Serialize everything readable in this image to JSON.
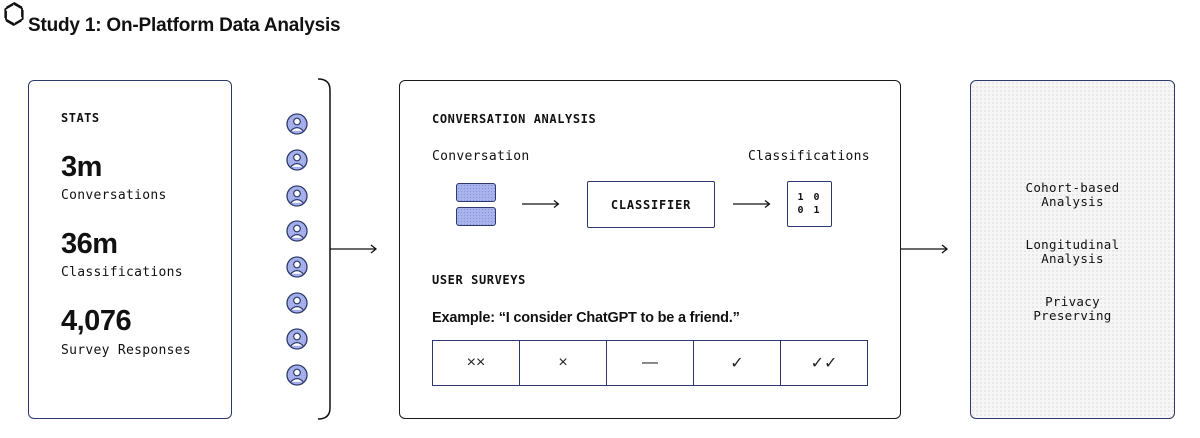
{
  "title": "Study 1: On-Platform Data Analysis",
  "logo_icon": "openai-knot-logo-icon",
  "stats": {
    "label": "STATS",
    "items": [
      {
        "value": "3m",
        "label": "Conversations"
      },
      {
        "value": "36m",
        "label": "Classifications"
      },
      {
        "value": "4,076",
        "label": "Survey Responses"
      }
    ]
  },
  "users": {
    "icon": "user-icon",
    "count": 8
  },
  "conversation_analysis": {
    "title": "CONVERSATION ANALYSIS",
    "conversation_label": "Conversation",
    "classifications_label": "Classifications",
    "classifier_label": "CLASSIFIER",
    "matrix_rows": [
      "1 0",
      "0 1"
    ]
  },
  "user_surveys": {
    "title": "USER SURVEYS",
    "example": "Example: “I consider ChatGPT to be a friend.”",
    "scale": [
      "××",
      "×",
      "—",
      "✓",
      "✓✓"
    ]
  },
  "outputs": [
    "Cohort-based\nAnalysis",
    "Longitudinal\nAnalysis",
    "Privacy\nPreserving"
  ],
  "colors": {
    "border": "#2d3a6b",
    "fill": "#a9b3ec",
    "text": "#111111"
  }
}
